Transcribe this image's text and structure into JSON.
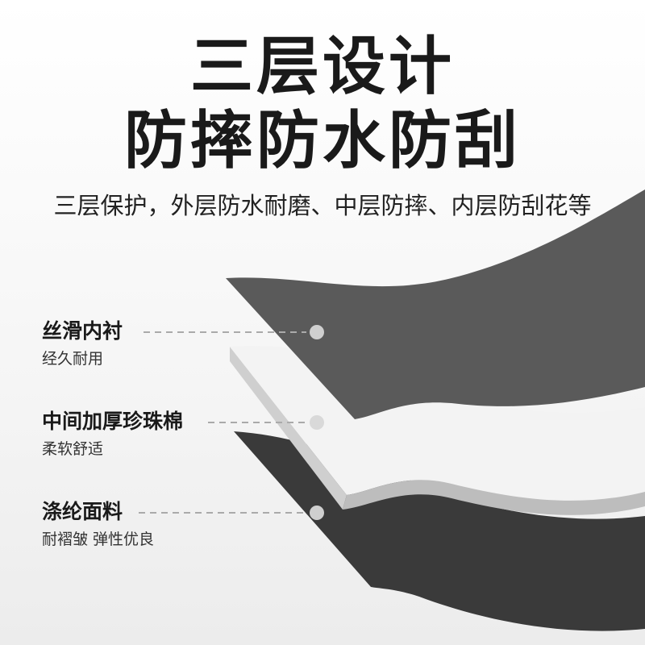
{
  "heading": {
    "line1": "三层设计",
    "line2": "防摔防水防刮"
  },
  "subtitle": "三层保护，外层防水耐磨、中层防摔、内层防刮花等",
  "layers": [
    {
      "title": "丝滑内衬",
      "desc": "经久耐用"
    },
    {
      "title": "中间加厚珍珠棉",
      "desc": "柔软舒适"
    },
    {
      "title": "涤纶面料",
      "desc": "耐褶皱 弹性优良"
    }
  ],
  "colors": {
    "inner": "#5a5a5a",
    "middle": "#f3f3f3",
    "outer": "#3a3a3a"
  }
}
